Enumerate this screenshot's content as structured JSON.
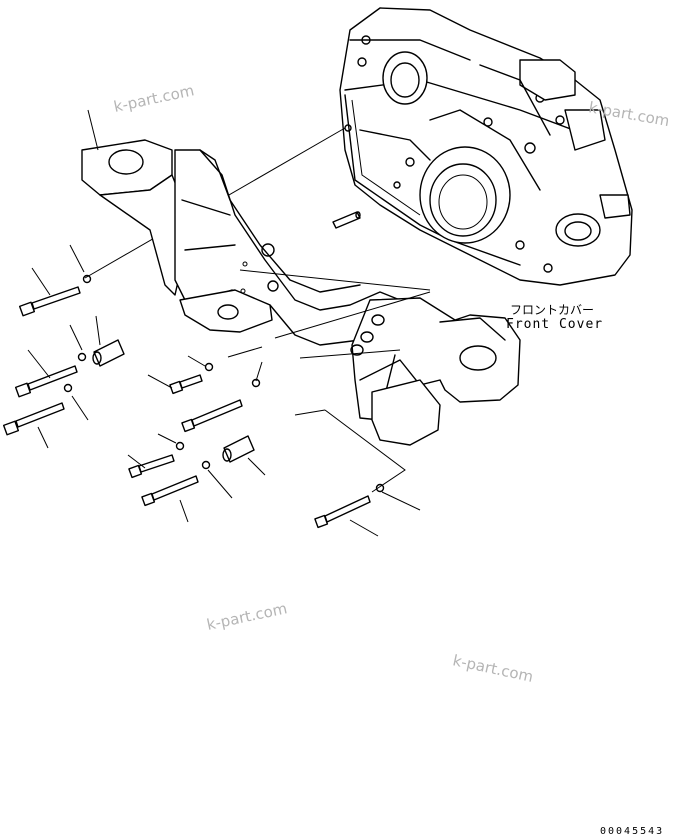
{
  "labels": {
    "front_cover_jp": "フロントカバー",
    "front_cover_en": "Front Cover",
    "drawing_number": "00045543"
  },
  "watermarks": [
    "k-part.com",
    "k-part.com",
    "k-part.com",
    "k-part.com"
  ],
  "colors": {
    "line": "#000000",
    "watermark": "#b5b5b5",
    "background": "#ffffff"
  }
}
